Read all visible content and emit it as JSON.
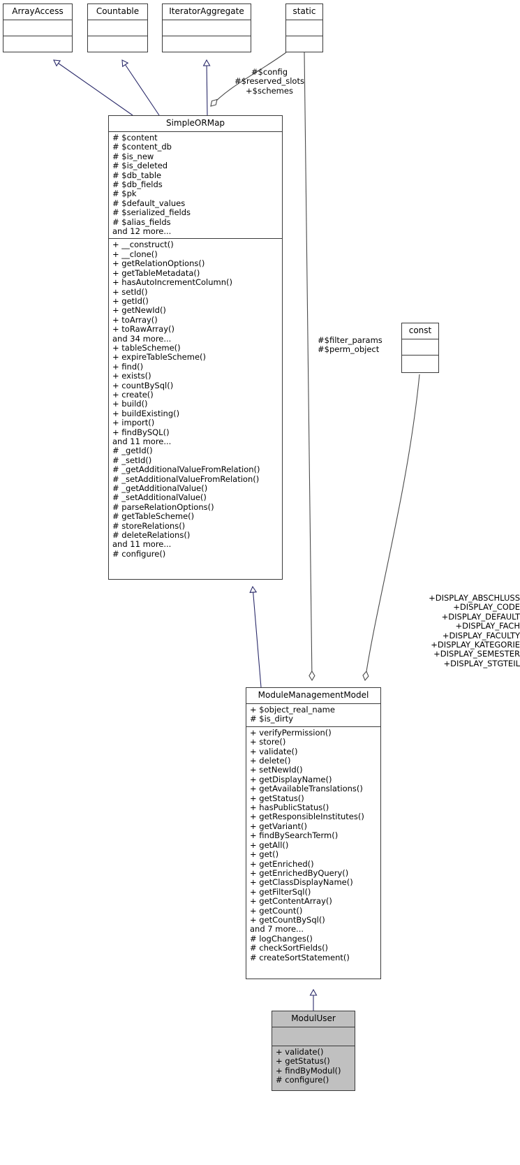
{
  "diagram": {
    "type": "uml-class-diagram",
    "colors": {
      "inheritance_line": "#2a2a6a",
      "aggregation_line": "#4a4a4a",
      "box_border": "#3a3a3a",
      "highlight_fill": "#c0c0c0",
      "background": "#ffffff"
    }
  },
  "classes": {
    "array_access": {
      "name": "ArrayAccess",
      "attributes": [],
      "methods": []
    },
    "countable": {
      "name": "Countable",
      "attributes": [],
      "methods": []
    },
    "iterator_aggregate": {
      "name": "IteratorAggregate",
      "attributes": [],
      "methods": []
    },
    "static_box": {
      "name": "static",
      "attributes": [],
      "methods": []
    },
    "const_box": {
      "name": "const",
      "attributes": [],
      "methods": []
    },
    "simple_ormap": {
      "name": "SimpleORMap",
      "attributes": [
        "# $content",
        "# $content_db",
        "# $is_new",
        "# $is_deleted",
        "# $db_table",
        "# $db_fields",
        "# $pk",
        "# $default_values",
        "# $serialized_fields",
        "# $alias_fields",
        "and 12 more..."
      ],
      "methods": [
        "+ __construct()",
        "+ __clone()",
        "+ getRelationOptions()",
        "+ getTableMetadata()",
        "+ hasAutoIncrementColumn()",
        "+ setId()",
        "+ getId()",
        "+ getNewId()",
        "+ toArray()",
        "+ toRawArray()",
        "and 34 more...",
        "+ tableScheme()",
        "+ expireTableScheme()",
        "+ find()",
        "+ exists()",
        "+ countBySql()",
        "+ create()",
        "+ build()",
        "+ buildExisting()",
        "+ import()",
        "+ findBySQL()",
        "and 11 more...",
        "# _getId()",
        "# _setId()",
        "# _getAdditionalValueFromRelation()",
        "# _setAdditionalValueFromRelation()",
        "# _getAdditionalValue()",
        "# _setAdditionalValue()",
        "# parseRelationOptions()",
        "# getTableScheme()",
        "# storeRelations()",
        "# deleteRelations()",
        "and 11 more...",
        "# configure()"
      ]
    },
    "module_management_model": {
      "name": "ModuleManagementModel",
      "attributes": [
        "+ $object_real_name",
        "# $is_dirty"
      ],
      "methods": [
        "+ verifyPermission()",
        "+ store()",
        "+ validate()",
        "+ delete()",
        "+ setNewId()",
        "+ getDisplayName()",
        "+ getAvailableTranslations()",
        "+ getStatus()",
        "+ hasPublicStatus()",
        "+ getResponsibleInstitutes()",
        "+ getVariant()",
        "+ findBySearchTerm()",
        "+ getAll()",
        "+ get()",
        "+ getEnriched()",
        "+ getEnrichedByQuery()",
        "+ getClassDisplayName()",
        "+ getFilterSql()",
        "+ getContentArray()",
        "+ getCount()",
        "+ getCountBySql()",
        "and 7 more...",
        "# logChanges()",
        "# checkSortFields()",
        "# createSortStatement()"
      ]
    },
    "modul_user": {
      "name": "ModulUser",
      "attributes": [],
      "methods": [
        "+ validate()",
        "+ getStatus()",
        "+ findByModul()",
        "# configure()"
      ]
    }
  },
  "edge_labels": {
    "static_to_simple_ormap": [
      "#$config",
      "#$reserved_slots",
      "+$schemes"
    ],
    "static_to_mmm": [
      "#$filter_params",
      "#$perm_object"
    ],
    "const_to_mmm": [
      "+DISPLAY_ABSCHLUSS",
      "+DISPLAY_CODE",
      "+DISPLAY_DEFAULT",
      "+DISPLAY_FACH",
      "+DISPLAY_FACULTY",
      "+DISPLAY_KATEGORIE",
      "+DISPLAY_SEMESTER",
      "+DISPLAY_STGTEIL"
    ]
  }
}
